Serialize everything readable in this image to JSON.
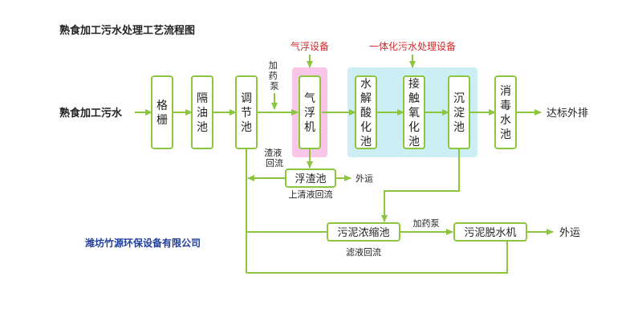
{
  "title": "熟食加工污水处理工艺流程图",
  "source": "熟食加工污水",
  "company": "潍坊竹源环保设备有限公司",
  "colors": {
    "line": "#8cc63f",
    "pink": "#f7c6e8",
    "cyan": "#cdeef5",
    "red": "#d62a2a",
    "company": "#1f3e9c"
  },
  "section_labels": {
    "airflot": "气浮设备",
    "integrated": "一体化污水处理设备"
  },
  "units": {
    "grille": "格栅",
    "oil_sep": "隔油池",
    "adjust": "调节池",
    "air_float": "气浮机",
    "hydrolysis": "水解酸化池",
    "contact_ox": "接触氧化池",
    "settle": "沉淀池",
    "disinfect": "消毒水池",
    "scum": "浮渣池",
    "sludge_thick": "污泥浓缩池",
    "dewater": "污泥脱水机"
  },
  "annotations": {
    "dosing_pump_v": "加药泵",
    "scum_return": "渣液回流",
    "supernatant_return": "上清液回流",
    "dosing_pump_h": "加药泵",
    "filtrate_return": "滤液回流"
  },
  "outputs": {
    "discharge": "达标外排",
    "scum_out": "外运",
    "sludge_out": "外运"
  }
}
